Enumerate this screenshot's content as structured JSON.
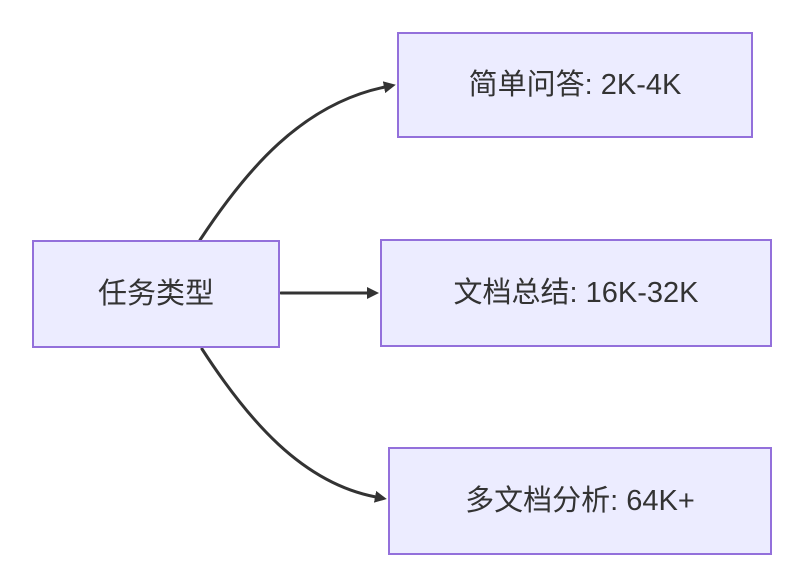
{
  "diagram": {
    "type": "flowchart-left-to-right",
    "root": {
      "label": "任务类型"
    },
    "branches": [
      {
        "label": "简单问答: 2K-4K"
      },
      {
        "label": "文档总结: 16K-32K"
      },
      {
        "label": "多文档分析: 64K+"
      }
    ]
  },
  "colors": {
    "node_fill": "#ECECFF",
    "node_border": "#9370DB",
    "node_text": "#333333",
    "edge": "#333333",
    "background": "#FFFFFF"
  }
}
